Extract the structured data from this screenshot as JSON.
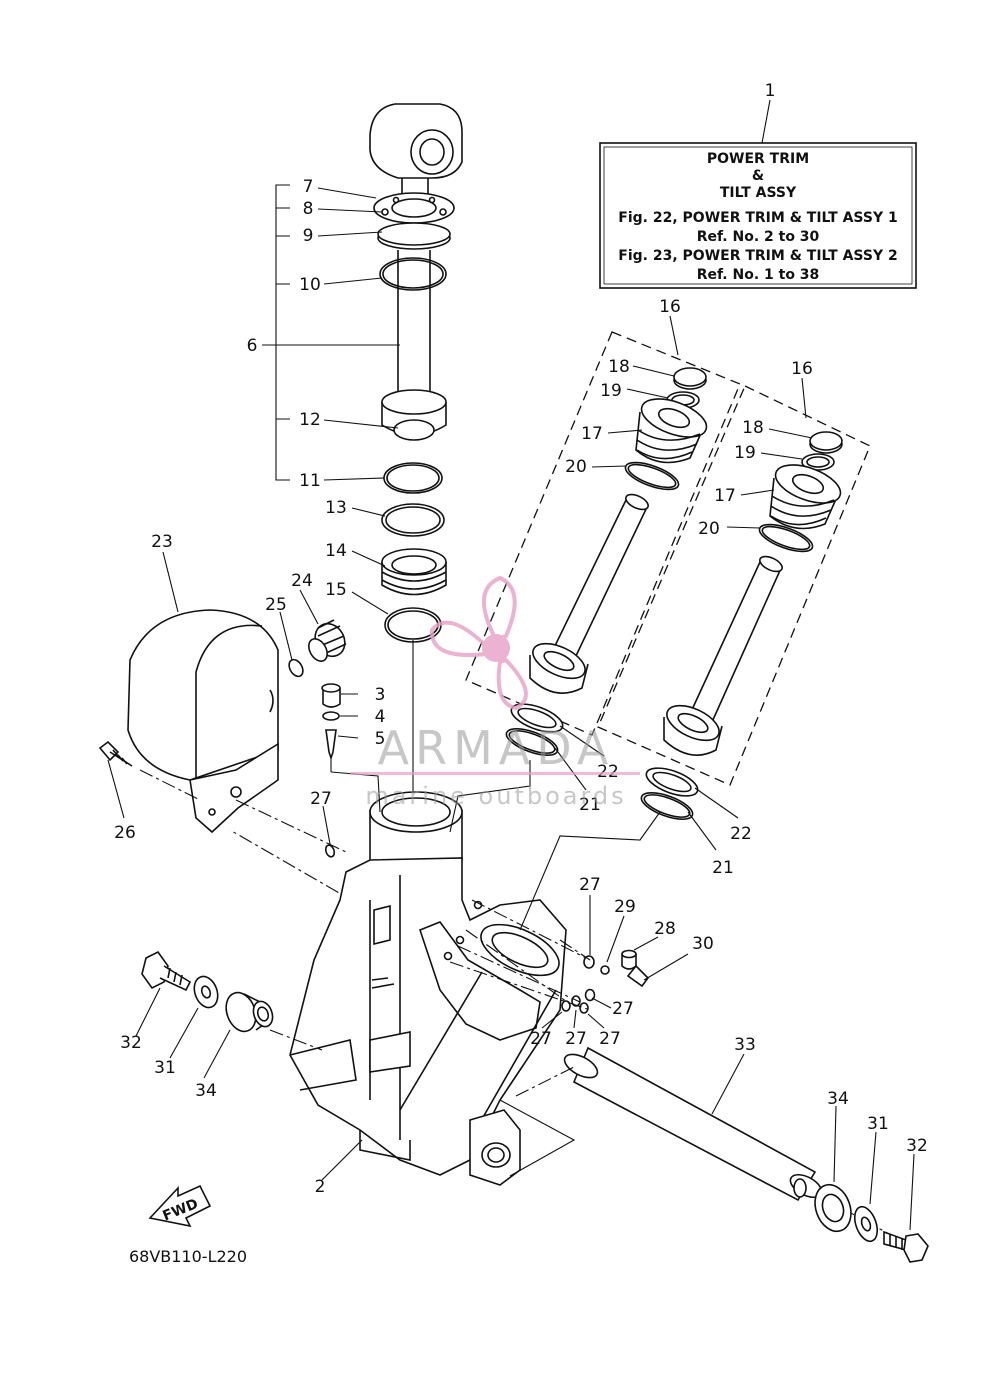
{
  "info_box": {
    "title_line1": "POWER TRIM",
    "title_line2": "&",
    "title_line3": "TILT ASSY",
    "ref1": "Fig. 22, POWER TRIM & TILT ASSY 1",
    "ref1_nums": "Ref. No. 2 to 30",
    "ref2": "Fig. 23, POWER TRIM & TILT ASSY 2",
    "ref2_nums": "Ref. No. 1 to 38"
  },
  "callouts": {
    "c1": "1",
    "c2": "2",
    "c3": "3",
    "c4": "4",
    "c5": "5",
    "c6": "6",
    "c7": "7",
    "c8": "8",
    "c9": "9",
    "c10": "10",
    "c11": "11",
    "c12": "12",
    "c13": "13",
    "c14": "14",
    "c15": "15",
    "c16a": "16",
    "c16b": "16",
    "c17a": "17",
    "c17b": "17",
    "c18a": "18",
    "c18b": "18",
    "c19a": "19",
    "c19b": "19",
    "c20a": "20",
    "c20b": "20",
    "c21a": "21",
    "c21b": "21",
    "c22a": "22",
    "c22b": "22",
    "c23": "23",
    "c24": "24",
    "c25": "25",
    "c26": "26",
    "c27a": "27",
    "c27b": "27",
    "c27c": "27",
    "c27d": "27",
    "c27e": "27",
    "c28": "28",
    "c29": "29",
    "c30": "30",
    "c31a": "31",
    "c31b": "31",
    "c32a": "32",
    "c32b": "32",
    "c33": "33",
    "c34a": "34",
    "c34b": "34"
  },
  "fwd_label": "FWD",
  "diagram_code": "68VB110-L220",
  "watermark": {
    "brand": "ARMADA",
    "tagline": "marine outboards",
    "accent_color": "#e8a0c8"
  }
}
